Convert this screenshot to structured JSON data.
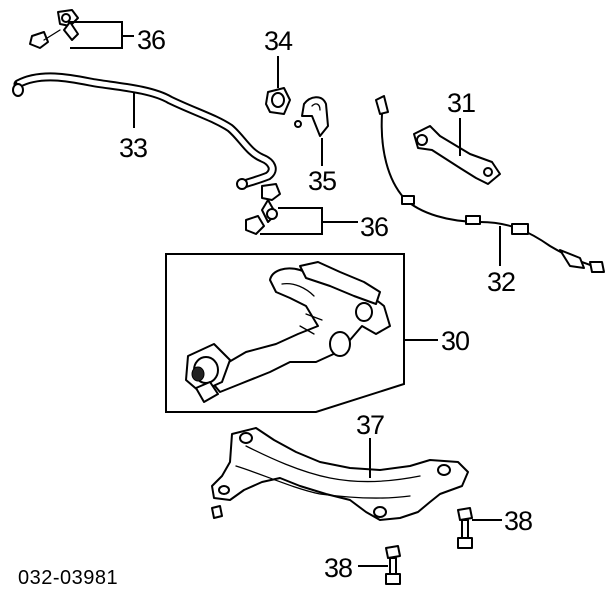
{
  "callouts": {
    "c36_top": "36",
    "c34": "34",
    "c33": "33",
    "c35": "35",
    "c31": "31",
    "c36_mid": "36",
    "c32": "32",
    "c30": "30",
    "c37": "37",
    "c38_right": "38",
    "c38_left": "38"
  },
  "diagram_code": "032-03981"
}
